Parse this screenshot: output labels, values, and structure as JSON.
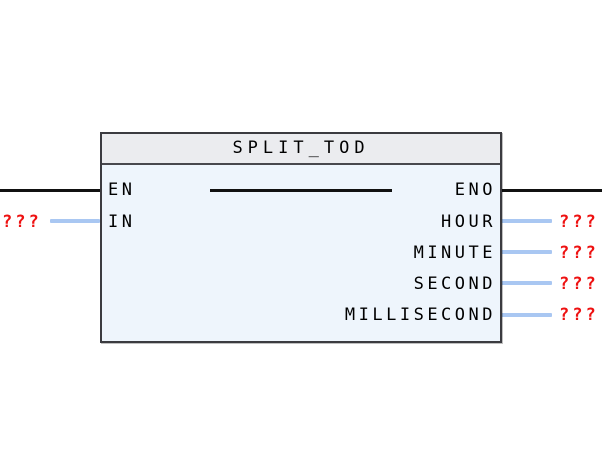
{
  "block": {
    "title": "SPLIT_TOD",
    "inputs": [
      {
        "label": "EN",
        "wire": "power",
        "value": ""
      },
      {
        "label": "IN",
        "wire": "data",
        "value": "???"
      }
    ],
    "outputs": [
      {
        "label": "ENO",
        "wire": "power",
        "value": ""
      },
      {
        "label": "HOUR",
        "wire": "data",
        "value": "???"
      },
      {
        "label": "MINUTE",
        "wire": "data",
        "value": "???"
      },
      {
        "label": "SECOND",
        "wire": "data",
        "value": "???"
      },
      {
        "label": "MILLISECOND",
        "wire": "data",
        "value": "???"
      }
    ]
  },
  "colors": {
    "block_body": "#eef5fc",
    "block_header": "#ebecef",
    "block_border": "#3b3b40",
    "block_divider": "#48484d",
    "wire_power": "#111111",
    "wire_data": "#a9c7f2",
    "value_unassigned": "#ee1111"
  }
}
